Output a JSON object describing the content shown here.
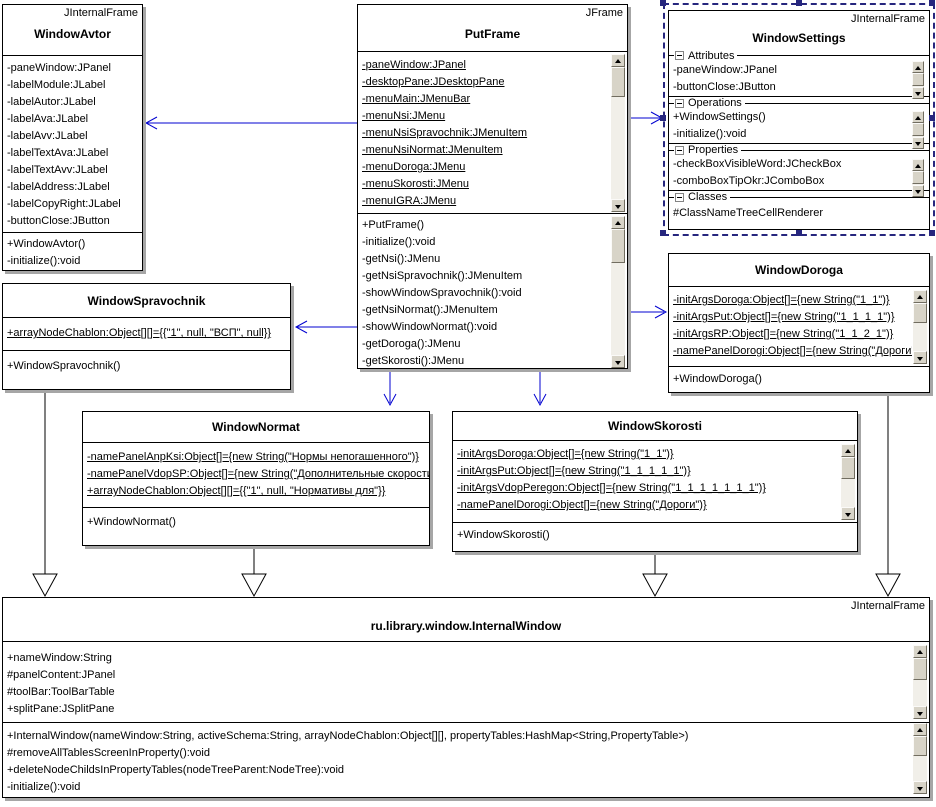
{
  "diagram": {
    "colors": {
      "dependency_arrow": "#0000d0",
      "generalization_line": "#000000",
      "selection": "#26267e",
      "box_shadow": "#a6a6a6"
    },
    "classes": [
      {
        "id": "windowAvtor",
        "stereotype": "JInternalFrame",
        "name": "WindowAvtor",
        "attributes": [
          "-paneWindow:JPanel",
          "-labelModule:JLabel",
          "-labelAutor:JLabel",
          "-labelAva:JLabel",
          "-labelAvv:JLabel",
          "-labelTextAva:JLabel",
          "-labelTextAvv:JLabel",
          "-labelAddress:JLabel",
          "-labelCopyRight:JLabel",
          "-buttonClose:JButton"
        ],
        "operations": [
          "+WindowAvtor()",
          "-initialize():void"
        ]
      },
      {
        "id": "putFrame",
        "stereotype": "JFrame",
        "name": "PutFrame",
        "attributes": [
          "-paneWindow:JPanel",
          "-desktopPane:JDesktopPane",
          "-menuMain:JMenuBar",
          "-menuNsi:JMenu",
          "-menuNsiSpravochnik:JMenuItem",
          "-menuNsiNormat:JMenuItem",
          "-menuDoroga:JMenu",
          "-menuSkorosti:JMenu",
          "-menuIGRA:JMenu"
        ],
        "operations": [
          "+PutFrame()",
          "-initialize():void",
          "-getNsi():JMenu",
          "-getNsiSpravochnik():JMenuItem",
          "-showWindowSpravochnik():void",
          "-getNsiNormat():JMenuItem",
          "-showWindowNormat():void",
          "-getDoroga():JMenu",
          "-getSkorosti():JMenu"
        ]
      },
      {
        "id": "windowSettings",
        "stereotype": "JInternalFrame",
        "name": "WindowSettings",
        "sections": [
          {
            "label": "Attributes",
            "items": [
              "-paneWindow:JPanel",
              "-buttonClose:JButton"
            ]
          },
          {
            "label": "Operations",
            "items": [
              "+WindowSettings()",
              "-initialize():void"
            ]
          },
          {
            "label": "Properties",
            "items": [
              "-checkBoxVisibleWord:JCheckBox",
              "-comboBoxTipOkr:JComboBox"
            ]
          },
          {
            "label": "Classes",
            "items": [
              "#ClassNameTreeCellRenderer"
            ]
          }
        ]
      },
      {
        "id": "windowSpravochnik",
        "name": "WindowSpravochnik",
        "attributes": [
          "+arrayNodeChablon:Object[][]={{\"1\", null, \"ВСП\", null}}"
        ],
        "operations": [
          "+WindowSpravochnik()"
        ]
      },
      {
        "id": "windowDoroga",
        "name": "WindowDoroga",
        "attributes": [
          "-initArgsDoroga:Object[]={new String(\"1_1\")}",
          "-initArgsPut:Object[]={new String(\"1_1_1_1\")}",
          "-initArgsRP:Object[]={new String(\"1_1_2_1\")}",
          "-namePanelDorogi:Object[]={new String(\"Дороги\")}"
        ],
        "operations": [
          "+WindowDoroga()"
        ]
      },
      {
        "id": "windowNormat",
        "name": "WindowNormat",
        "attributes": [
          "-namePanelAnpKsi:Object[]={new String(\"Нормы непогашенного\")}",
          "-namePanelVdopSP:Object[]={new String(\"Дополнительные скорости\")}",
          "+arrayNodeChablon:Object[][]={{\"1\", null, \"Нормативы для\"}}"
        ],
        "operations": [
          "+WindowNormat()"
        ]
      },
      {
        "id": "windowSkorosti",
        "name": "WindowSkorosti",
        "attributes": [
          "-initArgsDoroga:Object[]={new String(\"1_1\")}",
          "-initArgsPut:Object[]={new String(\"1_1_1_1_1\")}",
          "-initArgsVdopPeregon:Object[]={new String(\"1_1_1_1_1_1_1\")}",
          "-namePanelDorogi:Object[]={new String(\"Дороги\")}"
        ],
        "operations": [
          "+WindowSkorosti()"
        ]
      },
      {
        "id": "internalWindow",
        "stereotype": "JInternalFrame",
        "name": "ru.library.window.InternalWindow",
        "attributes": [
          "+nameWindow:String",
          "#panelContent:JPanel",
          "#toolBar:ToolBarTable",
          "+splitPane:JSplitPane"
        ],
        "operations": [
          "+InternalWindow(nameWindow:String, activeSchema:String, arrayNodeChablon:Object[][], propertyTables:HashMap<String,PropertyTable>)",
          "#removeAllTablesScreenInProperty():void",
          "+deleteNodeChildsInPropertyTables(nodeTreeParent:NodeTree):void",
          "-initialize():void"
        ]
      }
    ],
    "relations": [
      {
        "from": "PutFrame",
        "to": "WindowAvtor",
        "type": "dependency"
      },
      {
        "from": "PutFrame",
        "to": "WindowSettings",
        "type": "dependency"
      },
      {
        "from": "PutFrame",
        "to": "WindowSpravochnik",
        "type": "dependency"
      },
      {
        "from": "PutFrame",
        "to": "WindowDoroga",
        "type": "dependency"
      },
      {
        "from": "PutFrame",
        "to": "WindowNormat",
        "type": "dependency"
      },
      {
        "from": "PutFrame",
        "to": "WindowSkorosti",
        "type": "dependency"
      },
      {
        "from": "WindowSpravochnik",
        "to": "ru.library.window.InternalWindow",
        "type": "generalization"
      },
      {
        "from": "WindowNormat",
        "to": "ru.library.window.InternalWindow",
        "type": "generalization"
      },
      {
        "from": "WindowSkorosti",
        "to": "ru.library.window.InternalWindow",
        "type": "generalization"
      },
      {
        "from": "WindowDoroga",
        "to": "ru.library.window.InternalWindow",
        "type": "generalization"
      }
    ]
  }
}
